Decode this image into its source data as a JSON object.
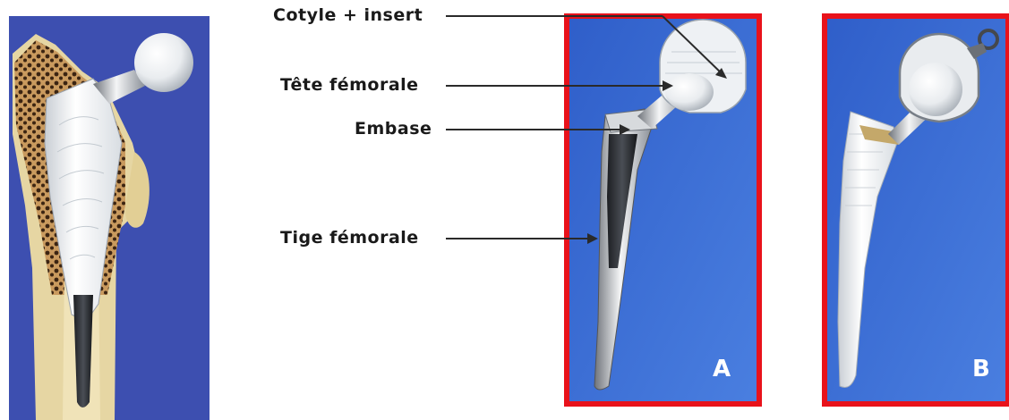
{
  "labels": {
    "cotyle": "Cotyle + insert",
    "tete": "Tête fémorale",
    "embase": "Embase",
    "tige": "Tige fémorale"
  },
  "panels": {
    "a": "A",
    "b": "B"
  },
  "colors": {
    "background_blue": "#3d4fb0",
    "photo_blue": "#3b6fd6",
    "frame_red": "#e8121b",
    "bone": "#e6d6a3",
    "ceramic": "#f2f4f6",
    "metal": "#bfc3c8"
  }
}
